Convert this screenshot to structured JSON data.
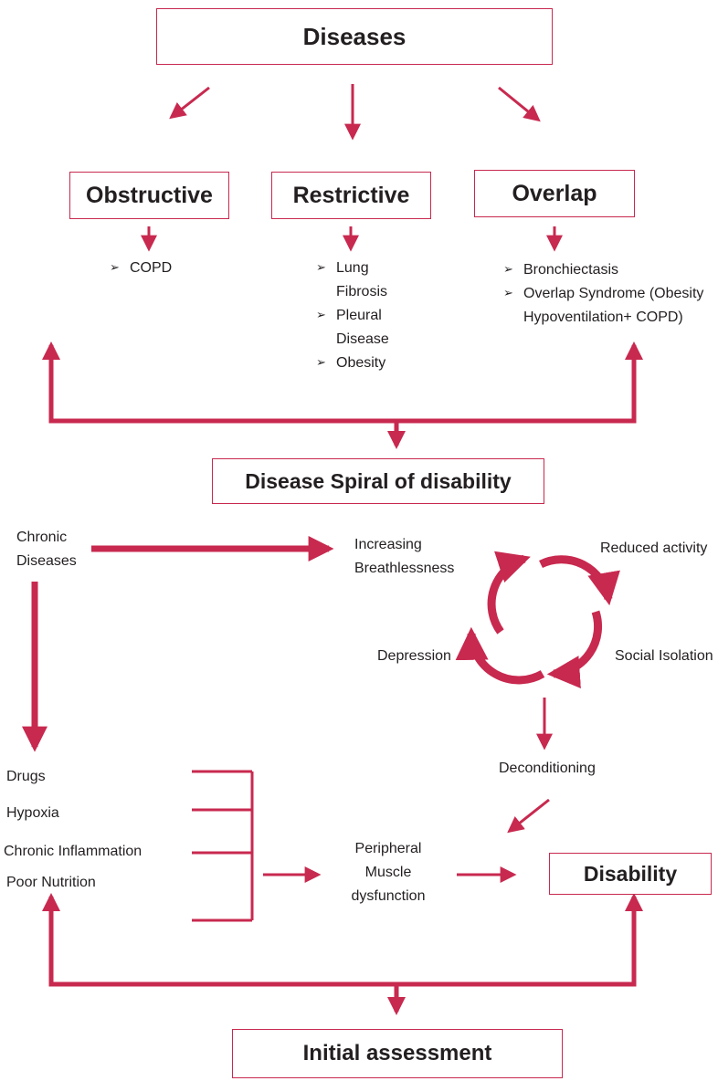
{
  "colors": {
    "accent": "#c8294f",
    "text": "#231f20"
  },
  "top": {
    "diseases": "Diseases"
  },
  "categories": [
    {
      "title": "Obstructive",
      "items": [
        "COPD"
      ]
    },
    {
      "title": "Restrictive",
      "items": [
        "Lung Fibrosis",
        "Pleural Disease",
        "Obesity"
      ]
    },
    {
      "title": "Overlap",
      "items": [
        "Bronchiectasis",
        "Overlap Syndrome (Obesity Hypoventilation+ COPD)"
      ]
    }
  ],
  "spiral_title": "Disease Spiral of disability",
  "flow": {
    "chronic_diseases": "Chronic Diseases",
    "increasing_breathlessness": "Increasing Breathlessness",
    "reduced_activity": "Reduced activity",
    "social_isolation": "Social Isolation",
    "depression": "Depression",
    "deconditioning": "Deconditioning",
    "factors": [
      "Drugs",
      "Hypoxia",
      "Chronic Inflammation",
      "Poor Nutrition"
    ],
    "peripheral": "Peripheral Muscle dysfunction",
    "disability": "Disability"
  },
  "bottom": {
    "initial_assessment": "Initial assessment"
  }
}
